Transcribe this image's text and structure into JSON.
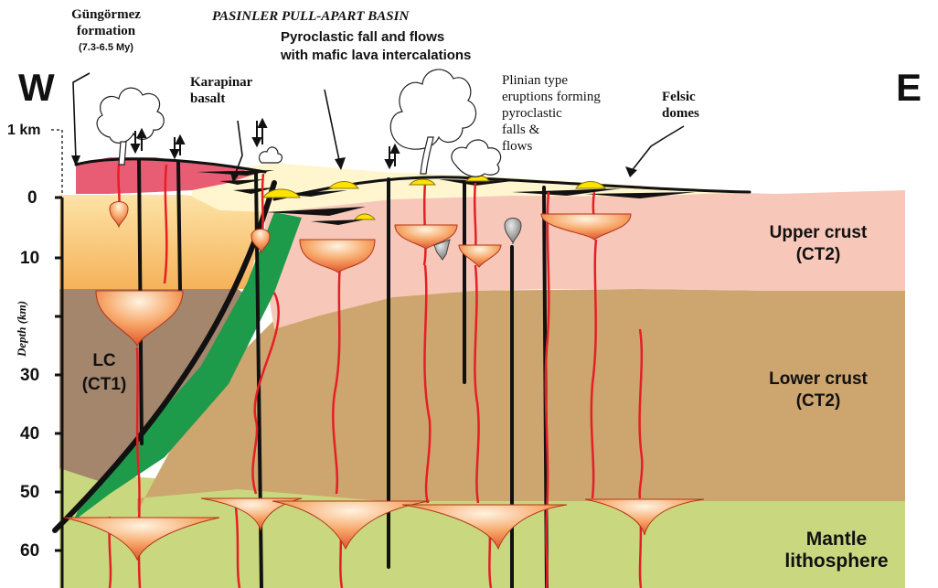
{
  "labels": {
    "west": "W",
    "east": "E",
    "title": "PASINLER PULL-APART  BASIN",
    "gungormez": "Güngörmez",
    "gungormez2": "formation",
    "gungormez_age": "(7.3-6.5 My)",
    "pyro1": "Pyroclastic fall and flows",
    "pyro2": "with mafic lava intercalations",
    "karapinar1": "Karapinar",
    "karapinar2": "basalt",
    "plinian1": "Plinian type",
    "plinian2": "eruptions forming",
    "plinian3": "pyroclastic",
    "plinian4": "falls &",
    "plinian5": "flows",
    "felsic1": "Felsic",
    "felsic2": "domes",
    "one_km": "1 km",
    "upper_crust1": "Upper crust",
    "upper_crust2": "(CT2)",
    "lower_crust1": "Lower crust",
    "lower_crust2": "(CT2)",
    "lc1": "LC",
    "lc2": "(CT1)",
    "mantle1": "Mantle",
    "mantle2": "lithosphere",
    "depth_axis": "Depth (km)"
  },
  "depth_ticks": [
    "0",
    "10",
    "30",
    "40",
    "50",
    "60"
  ],
  "colors": {
    "mantle": "#c9d77f",
    "lower_crust": "#cda56e",
    "lc_ct1": "#a3866c",
    "upper_crust": "#f7c8b9",
    "basin_fill": "#fff6cf",
    "gungormez": "#e95d74",
    "green_wedge": "#1e9a4b",
    "magma": "#f4a25c",
    "dome": "#ffe200",
    "dike": "#e51f25",
    "fault": "#111111"
  }
}
